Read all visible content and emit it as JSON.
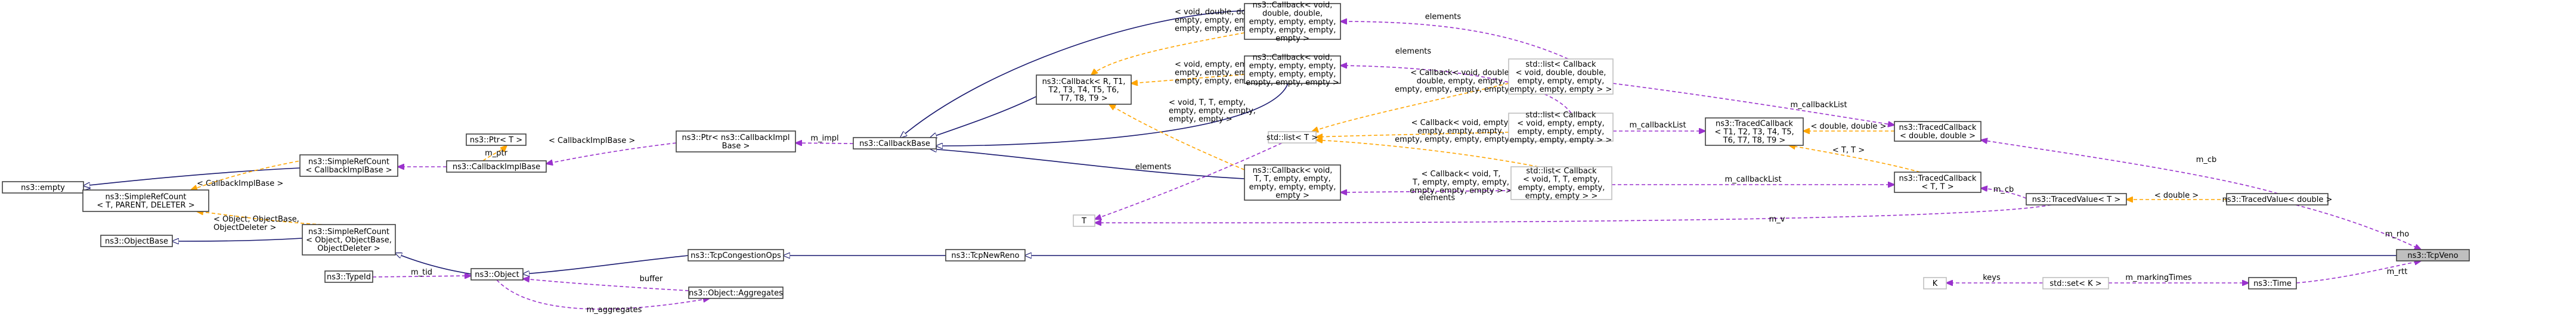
{
  "colors": {
    "inherit": "#191970",
    "usage": "#9a32cd",
    "template": "#ffa500",
    "node_border": "#404040",
    "ghost_border": "#bfbfbf",
    "focus_fill": "#bfbfbf"
  },
  "nodes": {
    "empty": {
      "lines": [
        "ns3::empty"
      ]
    },
    "srcCbImpl": {
      "lines": [
        "ns3::SimpleRefCount",
        "< CallbackImplBase >"
      ]
    },
    "srcT": {
      "lines": [
        "ns3::SimpleRefCount",
        "< T, PARENT, DELETER >"
      ]
    },
    "objectBase": {
      "lines": [
        "ns3::ObjectBase"
      ]
    },
    "srcObj": {
      "lines": [
        "ns3::SimpleRefCount",
        "< Object, ObjectBase,",
        "ObjectDeleter >"
      ]
    },
    "typeId": {
      "lines": [
        "ns3::TypeId"
      ]
    },
    "ptrT": {
      "lines": [
        "ns3::Ptr< T >"
      ]
    },
    "cbImplBase": {
      "lines": [
        "ns3::CallbackImplBase"
      ]
    },
    "ptrCbImpl": {
      "lines": [
        "ns3::Ptr< ns3::CallbackImpl",
        "Base >"
      ]
    },
    "object": {
      "lines": [
        "ns3::Object"
      ]
    },
    "aggregates": {
      "lines": [
        "ns3::Object::Aggregates"
      ]
    },
    "tcpCong": {
      "lines": [
        "ns3::TcpCongestionOps"
      ]
    },
    "cbBase": {
      "lines": [
        "ns3::CallbackBase"
      ]
    },
    "cbR": {
      "lines": [
        "ns3::Callback< R, T1,",
        "T2, T3, T4, T5, T6,",
        "T7, T8, T9 >"
      ]
    },
    "cbVDD": {
      "lines": [
        "ns3::Callback< void,",
        "double, double,",
        "empty, empty, empty,",
        "empty, empty, empty,",
        "empty >"
      ]
    },
    "cbVE": {
      "lines": [
        "ns3::Callback< void,",
        "empty, empty, empty,",
        "empty, empty, empty,",
        "empty, empty, empty >"
      ]
    },
    "cbVTT": {
      "lines": [
        "ns3::Callback< void,",
        "T, T, empty, empty,",
        "empty, empty, empty,",
        "empty >"
      ]
    },
    "tcpNewReno": {
      "lines": [
        "ns3::TcpNewReno"
      ]
    },
    "stdListT": {
      "lines": [
        "std::list< T >"
      ]
    },
    "T": {
      "lines": [
        "T"
      ]
    },
    "listDD": {
      "lines": [
        "std::list< Callback",
        "< void, double, double,",
        "empty, empty, empty,",
        "empty, empty, empty > >"
      ]
    },
    "listE": {
      "lines": [
        "std::list< Callback",
        "< void, empty, empty,",
        "empty, empty, empty,",
        "empty, empty, empty > >"
      ]
    },
    "listTT": {
      "lines": [
        "std::list< Callback",
        "< void, T, T, empty,",
        "empty, empty, empty,",
        "empty, empty > >"
      ]
    },
    "tracedCbT": {
      "lines": [
        "ns3::TracedCallback",
        "< T1, T2, T3, T4, T5,",
        "T6, T7, T8, T9 >"
      ]
    },
    "tracedCbDD": {
      "lines": [
        "ns3::TracedCallback",
        "< double, double >"
      ]
    },
    "tracedCbTT": {
      "lines": [
        "ns3::TracedCallback",
        "< T, T >"
      ]
    },
    "tracedValT": {
      "lines": [
        "ns3::TracedValue< T >"
      ]
    },
    "tracedValD": {
      "lines": [
        "ns3::TracedValue< double >"
      ]
    },
    "tcpVeno": {
      "lines": [
        "ns3::TcpVeno"
      ]
    },
    "K": {
      "lines": [
        "K"
      ]
    },
    "stdSetK": {
      "lines": [
        "std::set< K >"
      ]
    },
    "time": {
      "lines": [
        "ns3::Time"
      ]
    }
  },
  "edge_labels": {
    "cbImplBaseLbl": [
      "< CallbackImplBase >"
    ],
    "objDeleterLbl": [
      "< Object, ObjectBase,",
      "ObjectDeleter >"
    ],
    "cbImplTplLbl": [
      "< CallbackImplBase >"
    ],
    "mPtr": [
      "m_ptr"
    ],
    "mImpl": [
      "m_impl"
    ],
    "mTid": [
      "m_tid"
    ],
    "buffer": [
      "buffer"
    ],
    "mAggregates": [
      "m_aggregates"
    ],
    "tplVDD": [
      "< void, double, double,",
      "empty, empty, empty,",
      "empty, empty, empty >"
    ],
    "tplVE": [
      "< void, empty, empty,",
      "empty, empty, empty,",
      "empty, empty, empty >"
    ],
    "tplVTT": [
      "< void, T, T, empty,",
      "empty, empty, empty,",
      "empty, empty >"
    ],
    "elements1": [
      "elements"
    ],
    "elements2": [
      "elements"
    ],
    "elements3": [
      "elements"
    ],
    "elements4": [
      "elements"
    ],
    "lstVDD": [
      "< Callback< void, double,",
      "double, empty, empty,",
      "empty, empty, empty, empty > >"
    ],
    "lstVE": [
      "< Callback< void, empty,",
      "empty, empty, empty,",
      "empty, empty, empty, empty > >"
    ],
    "lstVTT": [
      "< Callback< void, T,",
      "T, empty, empty, empty,",
      "empty, empty, empty > >"
    ],
    "mCbList1": [
      "m_callbackList"
    ],
    "mCbList2": [
      "m_callbackList"
    ],
    "mCbList3": [
      "m_callbackList"
    ],
    "dblDbl": [
      "< double, double >"
    ],
    "tT": [
      "< T, T >"
    ],
    "mCb1": [
      "m_cb"
    ],
    "mCb2": [
      "m_cb"
    ],
    "dbl": [
      "< double >"
    ],
    "mV": [
      "m_v"
    ],
    "mRho": [
      "m_rho"
    ],
    "mRtt": [
      "m_rtt"
    ],
    "keys": [
      "keys"
    ],
    "mMarkingTimes": [
      "m_markingTimes"
    ]
  }
}
